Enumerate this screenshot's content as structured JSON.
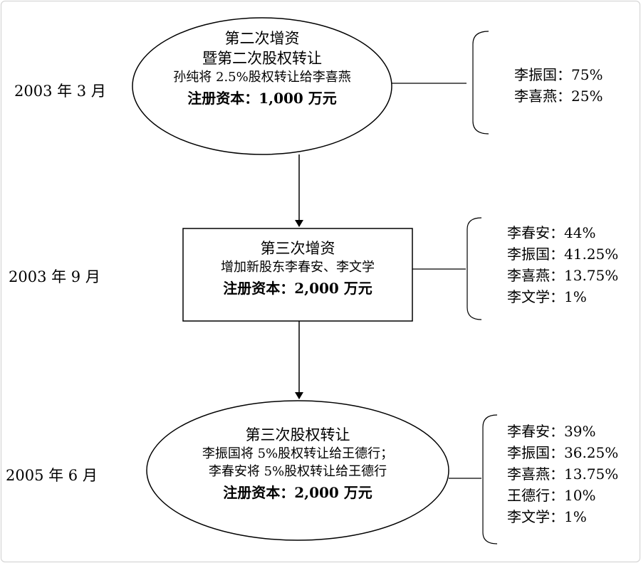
{
  "stages": [
    {
      "date": "2003 年 3 月",
      "title_lines": [
        "第二次增资",
        "暨第二次股权转让"
      ],
      "details": [
        "孙纯将 2.5%股权转让给李喜燕"
      ],
      "capital": "注册资本：1,000 万元",
      "holders": [
        "李振国：75%",
        "李喜燕：25%"
      ]
    },
    {
      "date": "2003 年 9 月",
      "title_lines": [
        "第三次增资"
      ],
      "details": [
        "增加新股东李春安、李文学"
      ],
      "capital": "注册资本：2,000 万元",
      "holders": [
        "李春安：44%",
        "李振国：41.25%",
        "李喜燕：13.75%",
        "李文学：1%"
      ]
    },
    {
      "date": "2005 年 6 月",
      "title_lines": [
        "第三次股权转让"
      ],
      "details": [
        "李振国将 5%股权转让给王德行；",
        "李春安将 5%股权转让给王德行"
      ],
      "capital": "注册资本：2,000 万元",
      "holders": [
        "李春安：39%",
        "李振国：36.25%",
        "李喜燕：13.75%",
        "王德行：10%",
        "李文学：1%"
      ]
    }
  ]
}
